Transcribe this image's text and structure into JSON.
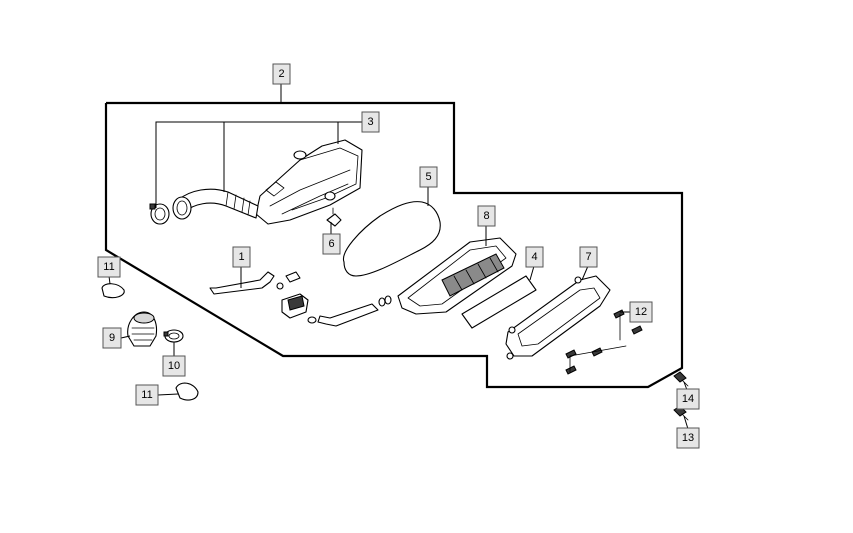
{
  "callouts": [
    {
      "id": "c2",
      "label": "2"
    },
    {
      "id": "c3",
      "label": "3"
    },
    {
      "id": "c5",
      "label": "5"
    },
    {
      "id": "c8",
      "label": "8"
    },
    {
      "id": "c6",
      "label": "6"
    },
    {
      "id": "c1",
      "label": "1"
    },
    {
      "id": "c4",
      "label": "4"
    },
    {
      "id": "c7",
      "label": "7"
    },
    {
      "id": "c11a",
      "label": "11"
    },
    {
      "id": "c9",
      "label": "9"
    },
    {
      "id": "c10",
      "label": "10"
    },
    {
      "id": "c12",
      "label": "12"
    },
    {
      "id": "c11b",
      "label": "11"
    },
    {
      "id": "c14",
      "label": "14"
    },
    {
      "id": "c13",
      "label": "13"
    }
  ]
}
